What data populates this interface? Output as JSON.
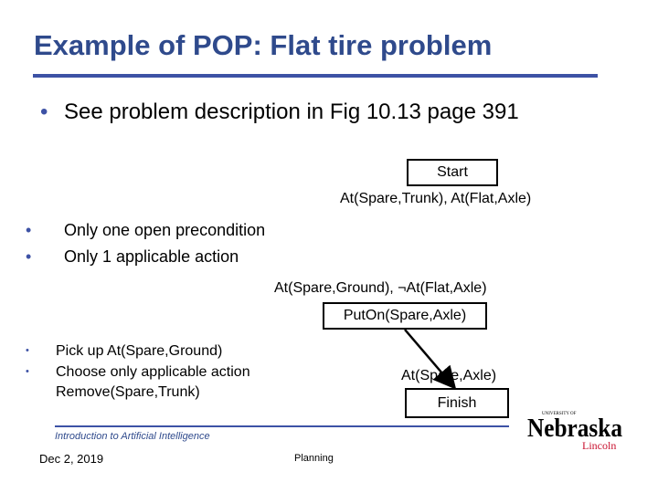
{
  "slide": {
    "title": "Example of POP: Flat tire problem",
    "bullet_marker": "•",
    "main_bullet": "See problem description in Fig 10.13 page 391",
    "mid_bullets": [
      "Only one open precondition",
      "Only 1 applicable action"
    ],
    "lower_bullets": [
      "Pick up At(Spare,Ground)",
      "Choose only applicable action"
    ],
    "lower_bullet_continuation": "Remove(Spare,Trunk)"
  },
  "diagram": {
    "start_label": "Start",
    "start_effects": "At(Spare,Trunk), At(Flat,Axle)",
    "puton_preconditions": "At(Spare,Ground), ¬At(Flat,Axle)",
    "puton_label": "PutOn(Spare,Axle)",
    "finish_precondition": "At(Spare,Axle)",
    "finish_label": "Finish"
  },
  "footer": {
    "course": "Introduction to Artificial Intelligence",
    "date": "Dec 2, 2019",
    "topic": "Planning"
  },
  "logo": {
    "top_text": "UNIVERSITY OF",
    "main_text": "Nebraska",
    "bottom_text": "Lincoln",
    "color": "#c8102e"
  },
  "colors": {
    "title": "#2f4a8c",
    "accent": "#3d52a5"
  }
}
